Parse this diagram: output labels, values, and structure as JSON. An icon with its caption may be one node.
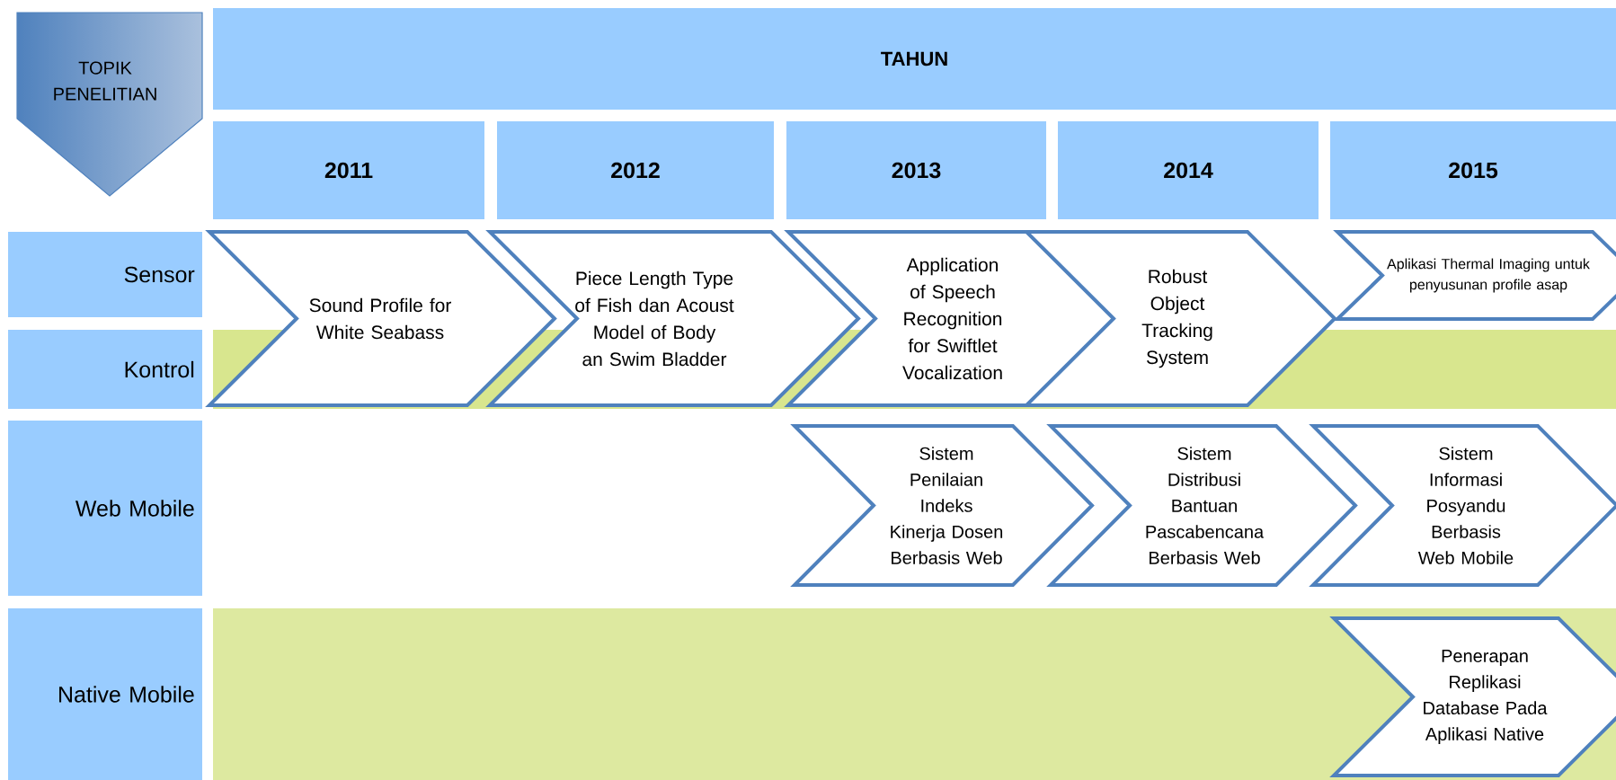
{
  "diagram": {
    "nodes": [
      {
        "text": [
          "TOPIK PENELITIAN"
        ]
      },
      {
        "text": [
          "TAHUN"
        ]
      },
      {
        "text": [
          "2011"
        ]
      },
      {
        "text": [
          "2012"
        ]
      },
      {
        "text": [
          "2013"
        ]
      },
      {
        "text": [
          "2014"
        ]
      },
      {
        "text": [
          "2015"
        ]
      },
      {
        "text": [
          "Sensor"
        ]
      },
      {
        "text": [
          "Kontrol"
        ]
      },
      {
        "text": [
          "Web Mobile"
        ]
      },
      {
        "text": [
          "Native Mobile"
        ]
      },
      {
        "text": [
          "Sound Profile for White Seabass"
        ]
      },
      {
        "text": [
          "Piece Length Type of Fish dan Acoust Model of Body an Swim Bladder"
        ]
      },
      {
        "text": [
          "Application of Speech Recognition for Swiftlet Vocalization"
        ]
      },
      {
        "text": [
          "Robust Object Tracking System"
        ]
      },
      {
        "text": [
          "Aplikasi Thermal Imaging untuk penyusunan profile asap"
        ]
      },
      {
        "text": [
          "Sistem Penilaian Indeks Kinerja Dosen Berbasis Web"
        ]
      },
      {
        "text": [
          "Sistem Distribusi Bantuan Pascabencana Berbasis Web"
        ]
      },
      {
        "text": [
          "Sistem Informasi Posyandu Berbasis Web Mobile"
        ]
      },
      {
        "text": [
          "Penerapan Replikasi Database Pada Aplikasi Native"
        ]
      }
    ]
  }
}
